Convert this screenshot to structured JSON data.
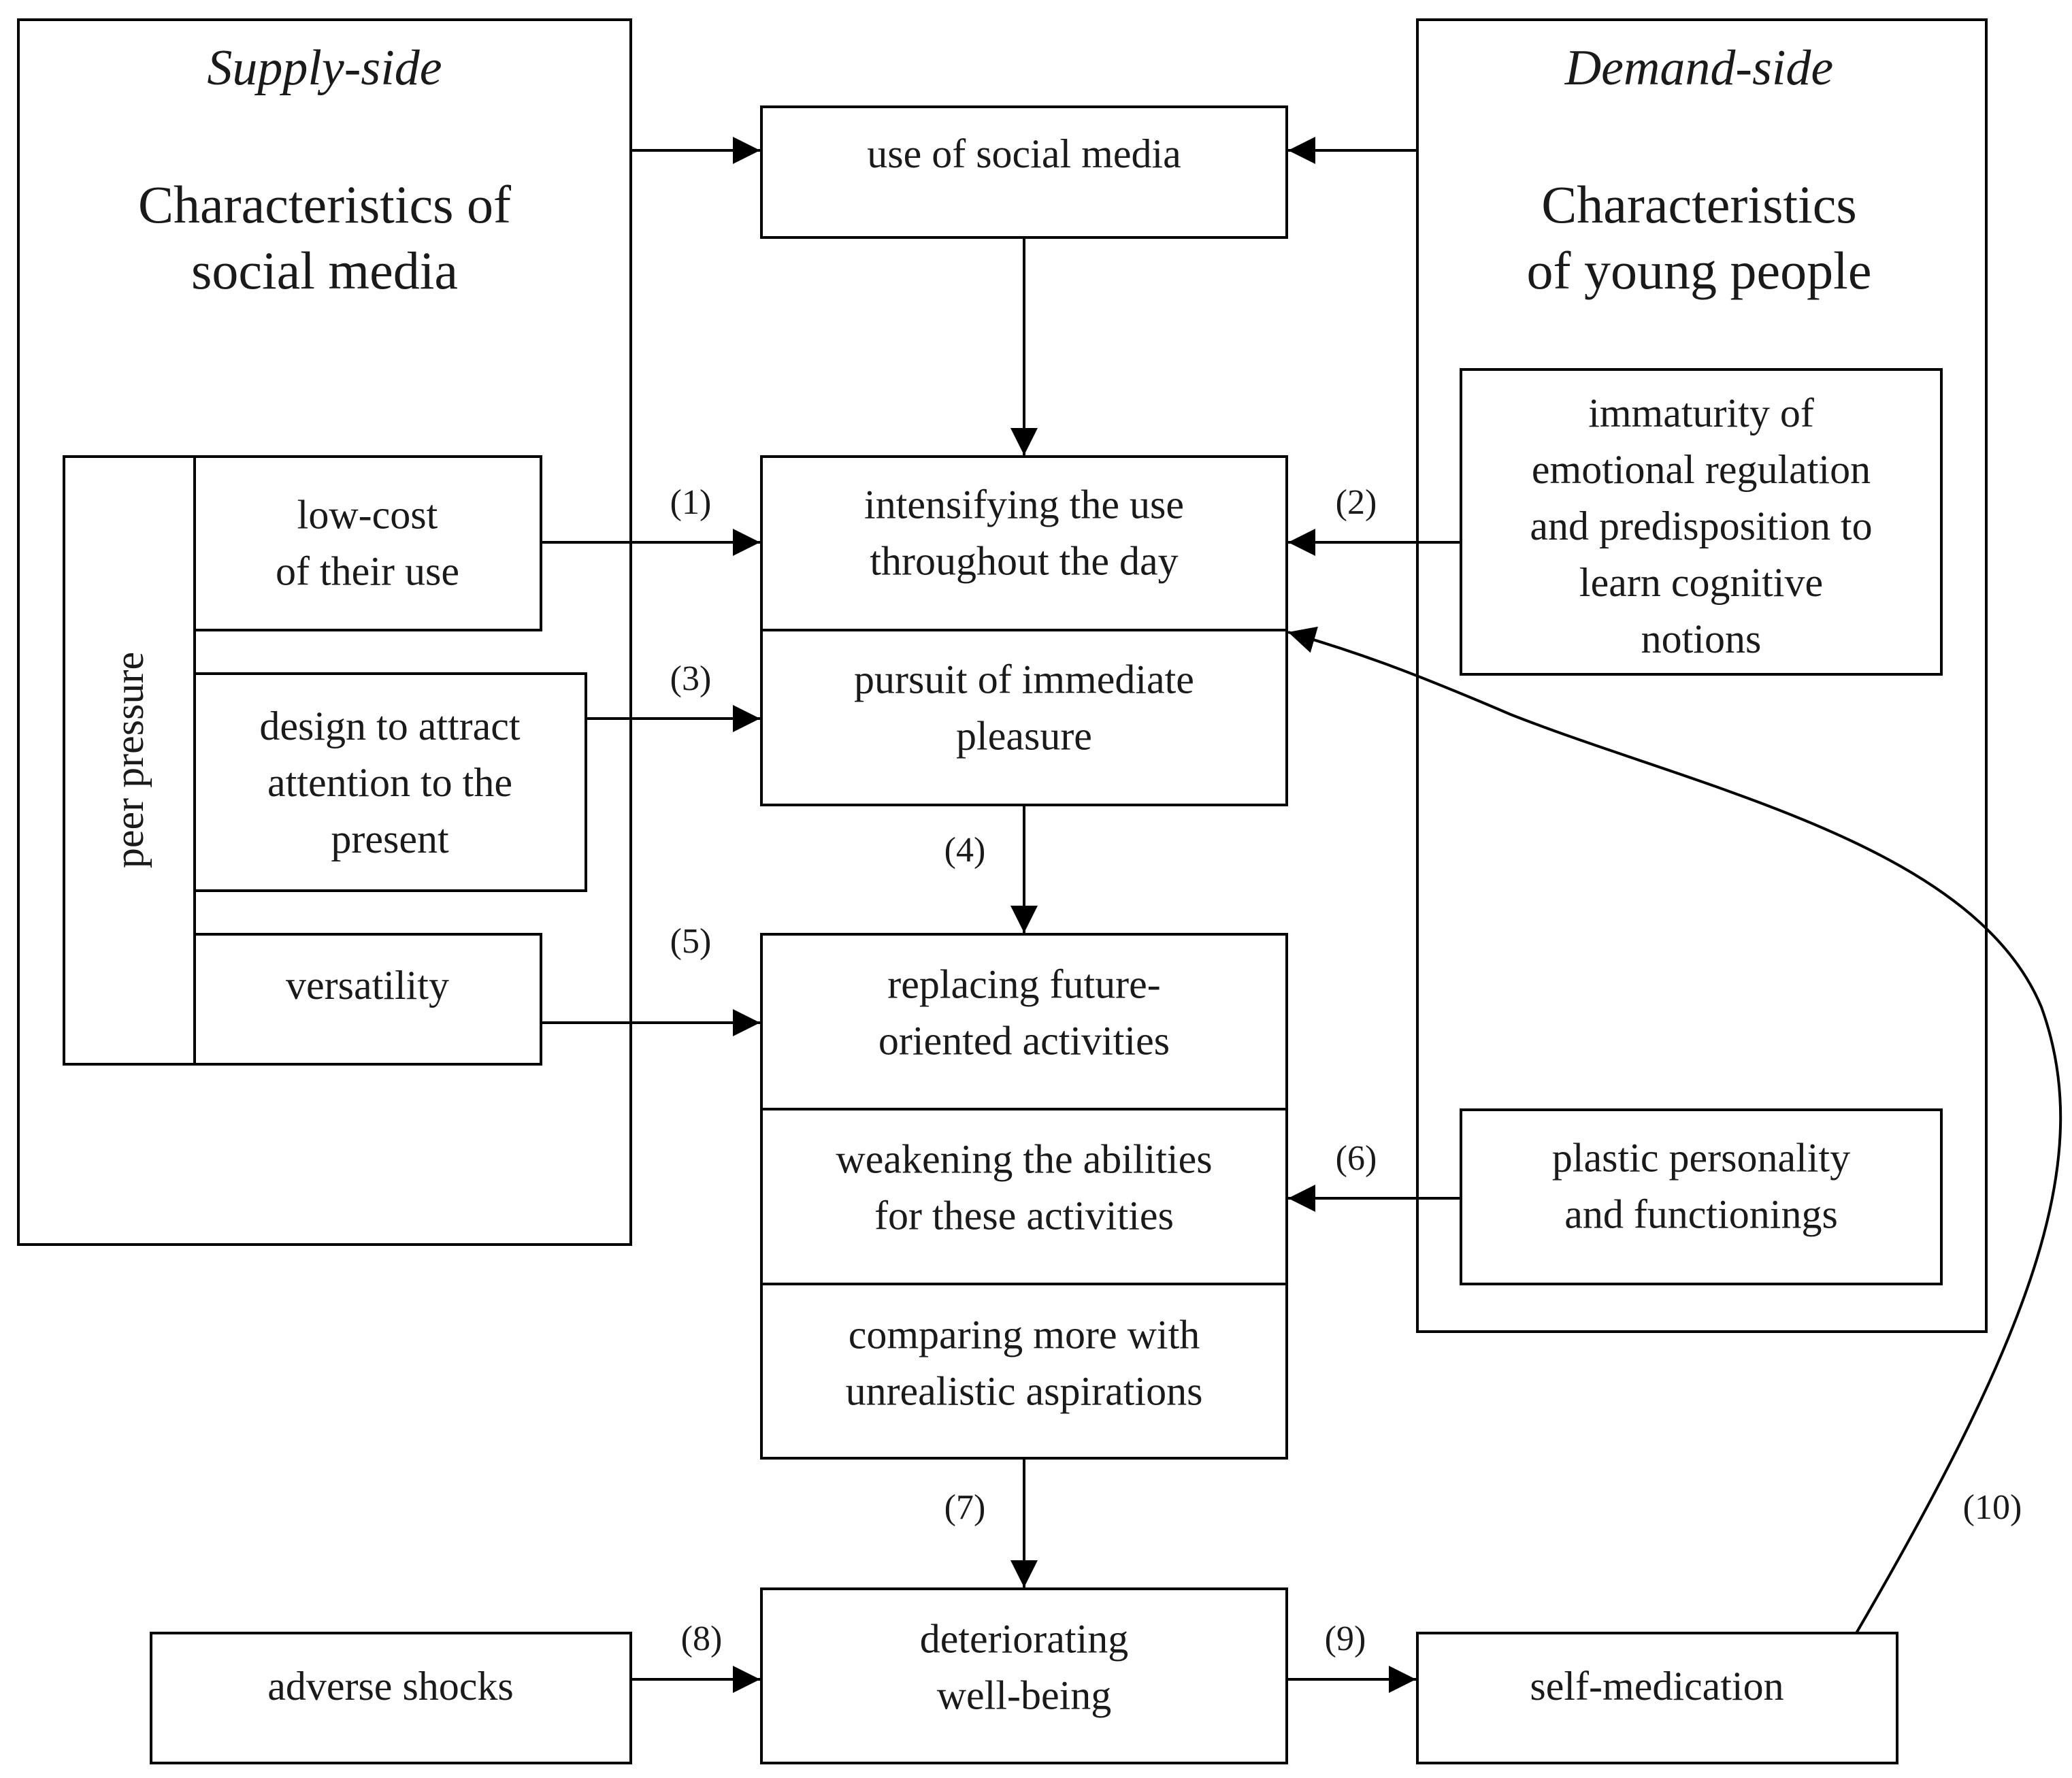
{
  "supply_side": {
    "heading": "Supply-side",
    "title_lines": [
      "Characteristics of",
      "social media"
    ],
    "peer_pressure": "peer pressure",
    "low_cost": [
      "low-cost",
      "of their use"
    ],
    "design": [
      "design to attract",
      "attention to the",
      "present"
    ],
    "versatility": [
      "versatility"
    ]
  },
  "demand_side": {
    "heading": "Demand-side",
    "title_lines": [
      "Characteristics",
      "of young people"
    ],
    "immaturity": [
      "immaturity of",
      "emotional regulation",
      "and predisposition to",
      "learn cognitive",
      "notions"
    ],
    "plastic": [
      "plastic personality",
      "and functionings"
    ]
  },
  "center": {
    "use": [
      "use of social media"
    ],
    "intensifying": [
      "intensifying the use",
      "throughout the day"
    ],
    "pursuit": [
      "pursuit of immediate",
      "pleasure"
    ],
    "replacing": [
      "replacing future-",
      "oriented activities"
    ],
    "weakening": [
      "weakening the abilities",
      "for these activities"
    ],
    "comparing": [
      "comparing more with",
      "unrealistic aspirations"
    ],
    "deteriorating": [
      "deteriorating",
      "well-being"
    ]
  },
  "bottom": {
    "adverse": [
      "adverse shocks"
    ],
    "self_medication": [
      "self-medication"
    ]
  },
  "labels": {
    "n1": "(1)",
    "n2": "(2)",
    "n3": "(3)",
    "n4": "(4)",
    "n5": "(5)",
    "n6": "(6)",
    "n7": "(7)",
    "n8": "(8)",
    "n9": "(9)",
    "n10": "(10)"
  }
}
